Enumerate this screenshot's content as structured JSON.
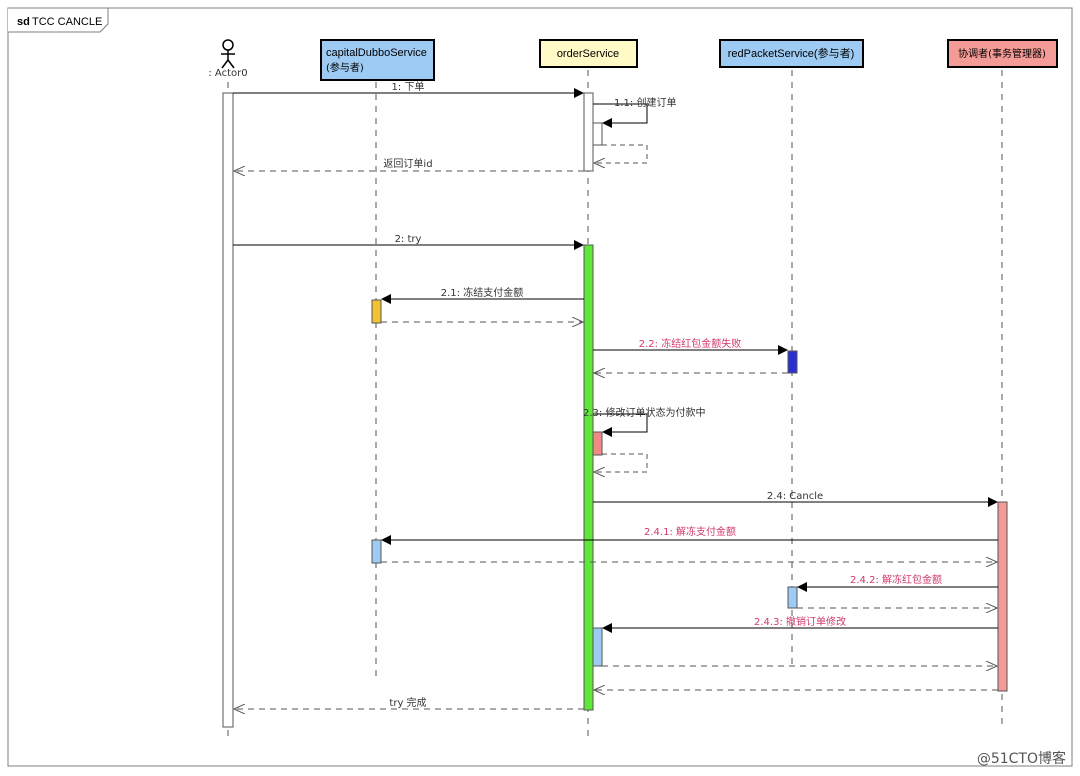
{
  "frame": {
    "keyword": "sd",
    "title": "TCC CANCLE"
  },
  "participants": [
    {
      "id": "actor",
      "name": ": Actor0",
      "kind": "actor"
    },
    {
      "id": "capital",
      "line1": "capitalDubboService",
      "line2": "(参与者)",
      "fill": "#9ecbf3"
    },
    {
      "id": "order",
      "line1": "orderService",
      "fill": "#fffac6"
    },
    {
      "id": "red",
      "line1": "redPacketService(参与者)",
      "fill": "#9ecbf3"
    },
    {
      "id": "coord",
      "line1": "协调者(事务管理器)",
      "fill": "#f59b97"
    }
  ],
  "messages": [
    {
      "id": "m1",
      "text": "1: 下单",
      "color": "#333333"
    },
    {
      "id": "m1_1",
      "text": "1.1: 创建订单",
      "color": "#333333"
    },
    {
      "id": "m1_r",
      "text": "返回订单id",
      "color": "#333333"
    },
    {
      "id": "m2",
      "text": "2: try",
      "color": "#333333"
    },
    {
      "id": "m2_1",
      "text": "2.1: 冻结支付金额",
      "color": "#333333"
    },
    {
      "id": "m2_2",
      "text": "2.2: 冻结红包金额失败",
      "color": "#d03a6a"
    },
    {
      "id": "m2_3",
      "text": "2.3: 修改订单状态为付款中",
      "color": "#333333"
    },
    {
      "id": "m2_4",
      "text": "2.4: Cancle",
      "color": "#333333"
    },
    {
      "id": "m2_4_1",
      "text": "2.4.1: 解冻支付金额",
      "color": "#d03a6a"
    },
    {
      "id": "m2_4_2",
      "text": "2.4.2: 解冻红包金额",
      "color": "#d03a6a"
    },
    {
      "id": "m2_4_3",
      "text": "2.4.3: 撤销订单修改",
      "color": "#d03a6a"
    },
    {
      "id": "m_done",
      "text": "try 完成",
      "color": "#333333"
    }
  ],
  "activation_colors": {
    "order_main": "#5ee83a",
    "capital_freeze": "#f2c233",
    "red_freeze": "#2b2fd4",
    "order_modify": "#f08a86",
    "coord": "#f59b97",
    "light_blue": "#9ecbf3",
    "white": "#ffffff"
  },
  "watermark": "@51CTO博客"
}
